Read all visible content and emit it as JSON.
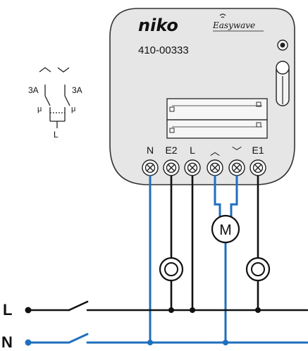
{
  "module": {
    "brand": "niko",
    "model": "410-00333",
    "protocol": "Easywave"
  },
  "terminals": [
    "N",
    "E2",
    "L",
    "︿",
    "﹀",
    "E1"
  ],
  "motor_label": "M",
  "rails": {
    "live": "L",
    "neutral": "N"
  },
  "legend": {
    "rating_left": "3A",
    "rating_right": "3A",
    "mu_left": "μ",
    "mu_right": "μ",
    "common": "L"
  },
  "colors": {
    "live_wire": "#111111",
    "neutral_wire": "#1f6fbf",
    "module_fill": "#e6e6e6",
    "module_stroke": "#333333"
  }
}
